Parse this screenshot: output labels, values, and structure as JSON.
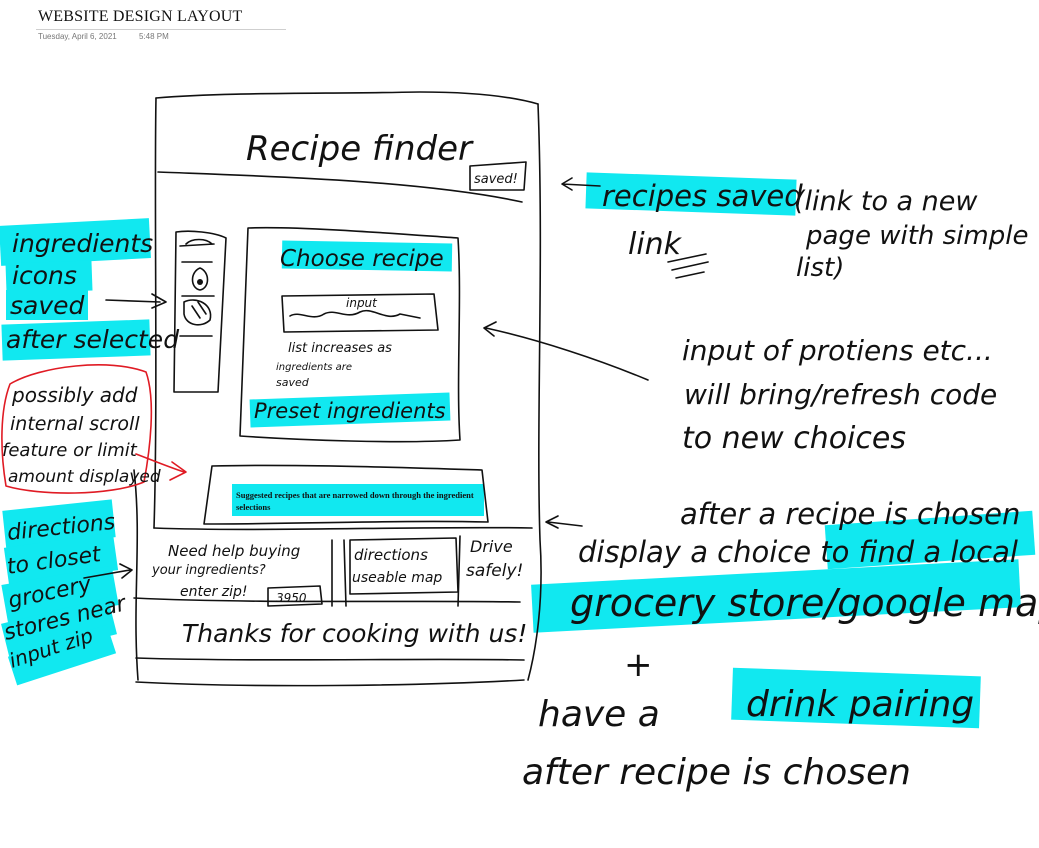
{
  "page": {
    "title": "WEBSITE DESIGN LAYOUT",
    "date": "Tuesday, April 6, 2021",
    "time": "5:48 PM"
  },
  "wireframe": {
    "site_title": "Recipe finder",
    "saved_button": "saved!",
    "choose_recipe": "Choose recipe",
    "input_label": "input",
    "list_note": [
      "list increases as",
      "ingredients are",
      "saved"
    ],
    "preset_ingredients": "Preset ingredients",
    "suggested_recipes": "Suggested recipes that are narrowed down through the ingredient  selections",
    "footer_help": [
      "Need help buying",
      "your ingredients?",
      "enter zip!"
    ],
    "footer_zip_value": "3950",
    "footer_directions": [
      "directions",
      "useable map"
    ],
    "footer_drive": [
      "Drive",
      "safely!"
    ],
    "thanks": "Thanks for cooking with us!"
  },
  "annotations": {
    "ingredients_icons": [
      "ingredients",
      "icons",
      "saved",
      "after selected"
    ],
    "scroll_feature": [
      "possibly add",
      "internal scroll",
      "feature or limit",
      "amount displayed"
    ],
    "directions_note": [
      "directions",
      "to closet",
      "grocery",
      "stores near",
      "input zip"
    ],
    "recipes_saved": [
      "recipes saved",
      "link"
    ],
    "link_page": [
      "(link to a new",
      "page with simple",
      "list)"
    ],
    "input_proteins": [
      "input of protiens etc...",
      "will bring/refresh code",
      "to new choices"
    ],
    "after_recipe": [
      "after a recipe is chosen",
      "display a choice to find a local",
      "grocery store/google map"
    ],
    "plus": "+",
    "drink_pairing": [
      "have a",
      "drink pairing",
      "after recipe is chosen"
    ]
  },
  "colors": {
    "highlight": "#11e8f0",
    "ink": "#111111",
    "red_circle": "#e01b24"
  }
}
